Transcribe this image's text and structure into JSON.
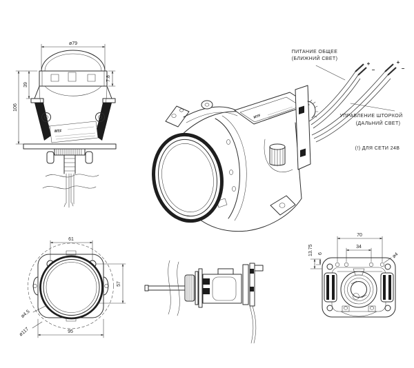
{
  "drawing": {
    "background": "#ffffff",
    "line_color": "#2d2d2d",
    "brand": {
      "logo": "MTF"
    },
    "front_view": {
      "dia_lens": "ø79",
      "bezel_height": "7.8",
      "lens_offset": "39",
      "total_height": "106"
    },
    "iso_view": {
      "callout_power_line1": "ПИТАНИЕ ОБЩЕЕ",
      "callout_power_line2": "(БЛИЖНИЙ СВЕТ)",
      "callout_shutter_line1": "УПРАВЛЕНИЕ ШТОРКОЙ",
      "callout_shutter_line2": "(ДАЛЬНИЙ СВЕТ)",
      "note_24v": "(!) ДЛЯ СЕТИ 24В",
      "wire1_plus": "+",
      "wire1_minus": "−",
      "wire2_plus": "+",
      "wire2_minus": "−"
    },
    "mount_view": {
      "hole_span_x": "61",
      "hole_span_y": "57",
      "plate_width": "95",
      "dia_hole": "ø4.5",
      "dia_outer": "ø117"
    },
    "rear_view": {
      "hole_span_outer": "70",
      "hole_span_inner": "34",
      "offset_a": "13.75",
      "offset_b": "6",
      "dia_hole": "ø4"
    }
  }
}
